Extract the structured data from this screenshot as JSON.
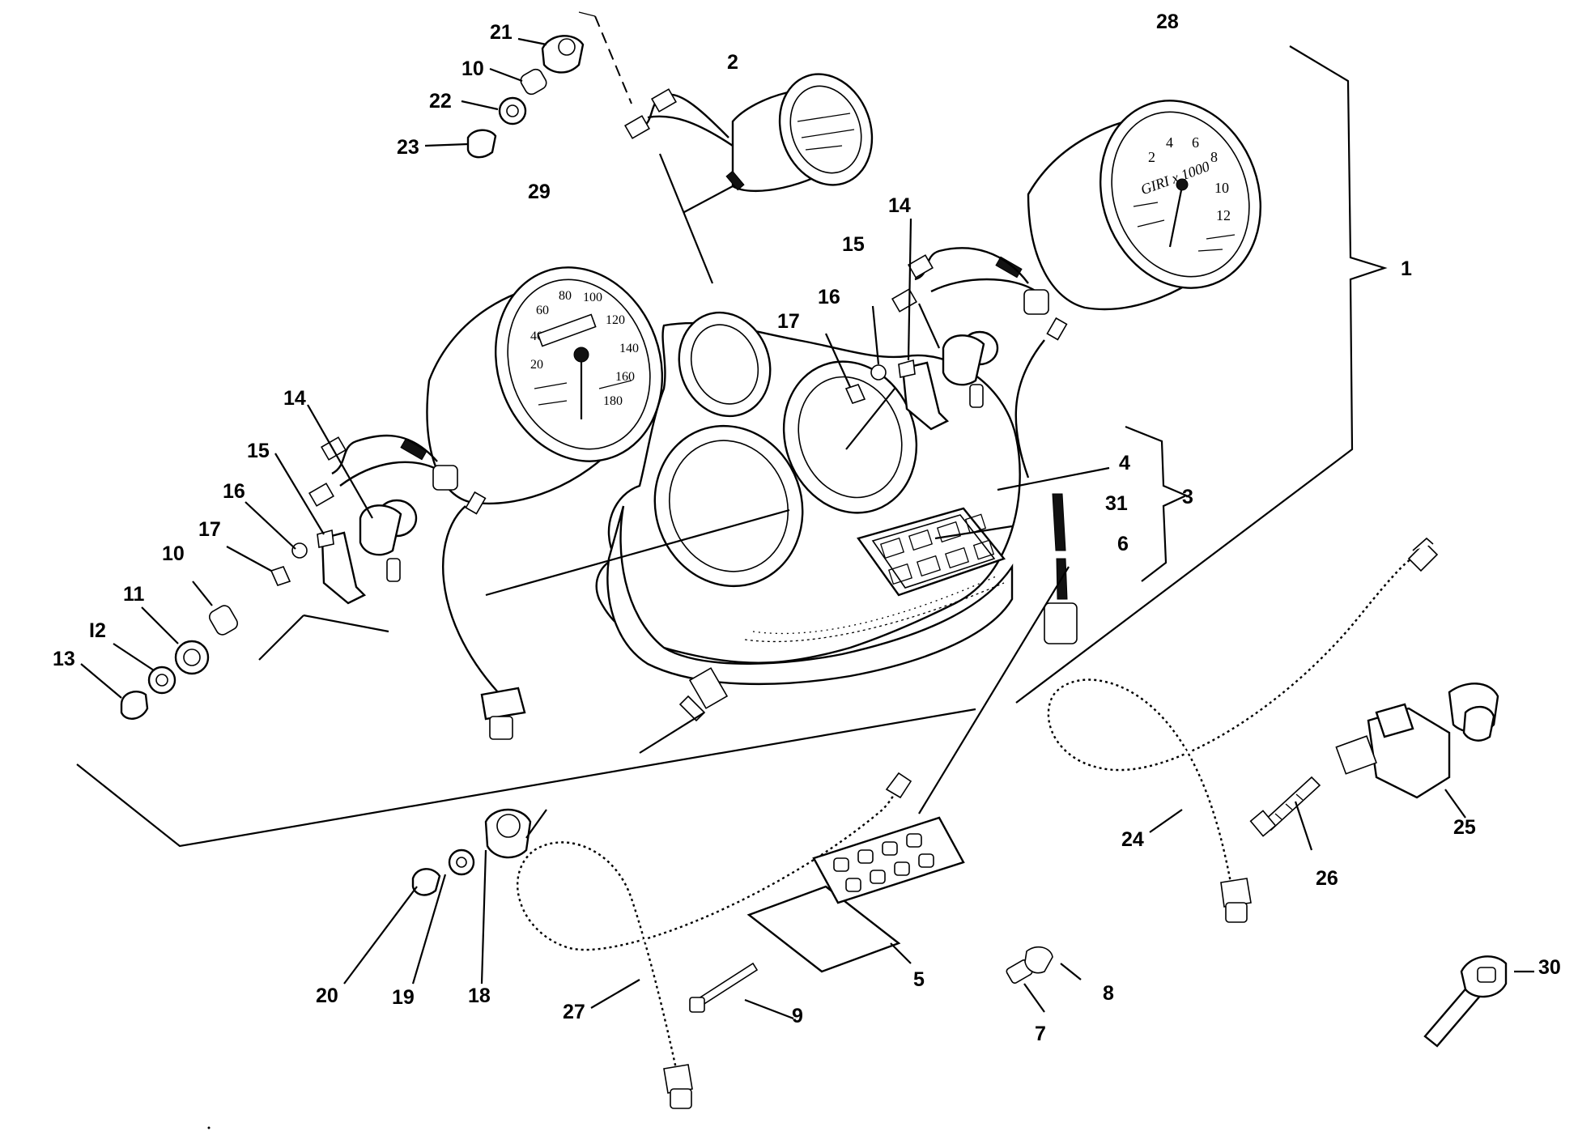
{
  "diagram": {
    "callouts": [
      {
        "id": "c1",
        "label": "1"
      },
      {
        "id": "c2",
        "label": "2"
      },
      {
        "id": "c3",
        "label": "3"
      },
      {
        "id": "c4",
        "label": "4"
      },
      {
        "id": "c5",
        "label": "5"
      },
      {
        "id": "c6",
        "label": "6"
      },
      {
        "id": "c7",
        "label": "7"
      },
      {
        "id": "c8",
        "label": "8"
      },
      {
        "id": "c9",
        "label": "9"
      },
      {
        "id": "c10a",
        "label": "10"
      },
      {
        "id": "c10b",
        "label": "10"
      },
      {
        "id": "c11",
        "label": "11"
      },
      {
        "id": "c12",
        "label": "I2"
      },
      {
        "id": "c13",
        "label": "13"
      },
      {
        "id": "c14a",
        "label": "14"
      },
      {
        "id": "c14b",
        "label": "14"
      },
      {
        "id": "c15a",
        "label": "15"
      },
      {
        "id": "c15b",
        "label": "15"
      },
      {
        "id": "c16a",
        "label": "16"
      },
      {
        "id": "c16b",
        "label": "16"
      },
      {
        "id": "c17a",
        "label": "17"
      },
      {
        "id": "c17b",
        "label": "17"
      },
      {
        "id": "c18",
        "label": "18"
      },
      {
        "id": "c19",
        "label": "19"
      },
      {
        "id": "c20",
        "label": "20"
      },
      {
        "id": "c21",
        "label": "21"
      },
      {
        "id": "c22",
        "label": "22"
      },
      {
        "id": "c23",
        "label": "23"
      },
      {
        "id": "c24",
        "label": "24"
      },
      {
        "id": "c25",
        "label": "25"
      },
      {
        "id": "c26",
        "label": "26"
      },
      {
        "id": "c27",
        "label": "27"
      },
      {
        "id": "c28",
        "label": "28"
      },
      {
        "id": "c29",
        "label": "29"
      },
      {
        "id": "c30",
        "label": "30"
      },
      {
        "id": "c31",
        "label": "31"
      }
    ],
    "gauge_text": {
      "tachometer_brand": "GIRI x 1000",
      "tachometer_digits": [
        "2",
        "4",
        "6",
        "8",
        "10",
        "12"
      ],
      "speedometer_digits": [
        "20",
        "40",
        "60",
        "80",
        "100",
        "120",
        "140",
        "160",
        "180"
      ]
    }
  }
}
